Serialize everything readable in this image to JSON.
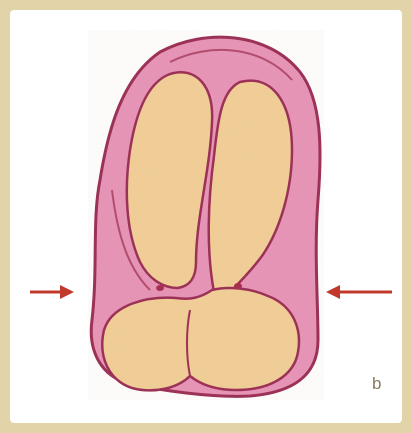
{
  "figure": {
    "panel_label": "b",
    "subject": "drawing",
    "colors": {
      "background_border": "#e2d3a8",
      "panel_background": "#ffffff",
      "outer_tissue_fill": "#e794b9",
      "outer_tissue_stroke": "#9a2d55",
      "inner_mass_fill": "#f2cf98",
      "arrow_color": "#c0392b",
      "label_color": "#8a7a5a"
    },
    "arrows": [
      {
        "name": "left-arrow",
        "direction": "right"
      },
      {
        "name": "right-arrow",
        "direction": "left"
      }
    ]
  }
}
